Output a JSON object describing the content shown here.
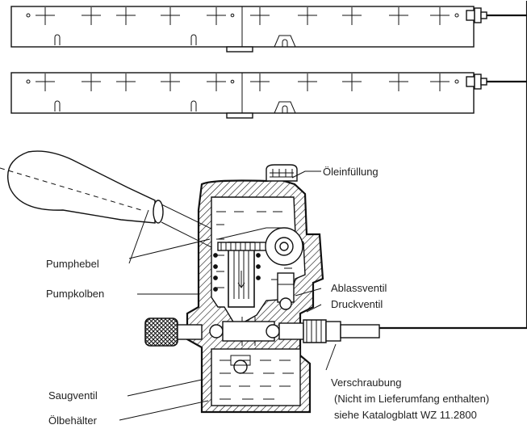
{
  "labels": {
    "oil_filling": "Öleinfüllung",
    "pump_lever": "Pumphebel",
    "pump_piston": "Pumpkolben",
    "drain_valve": "Ablassventil",
    "pressure_valve": "Druckventil",
    "suction_valve": "Saugventil",
    "oil_tank": "Ölbehälter",
    "fitting_line1": "Verschraubung",
    "fitting_line2": "(Nicht im Lieferumfang enthalten)",
    "fitting_line3": "siehe Katalogblatt WZ 11.2800"
  },
  "colors": {
    "line": "#111111",
    "background": "#ffffff",
    "hatch": "#111111"
  }
}
